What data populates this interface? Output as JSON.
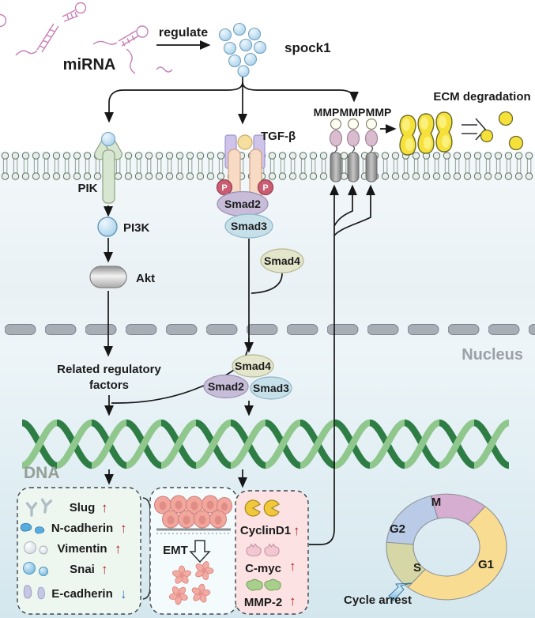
{
  "diagram": {
    "top": {
      "mirna": "miRNA",
      "regulate": "regulate",
      "spock1": "spock1"
    },
    "left_pathway": {
      "pik": "PIK",
      "pi3k": "PI3K",
      "akt": "Akt"
    },
    "tgfb_pathway": {
      "receptor": "TGF-β",
      "p_left": "P",
      "p_right": "P",
      "smad2": "Smad2",
      "smad3": "Smad3",
      "smad4": "Smad4"
    },
    "mmp_pathway": {
      "labels": [
        "MMP",
        "MMP",
        "MMP"
      ],
      "ecm": "ECM degradation"
    },
    "nucleus": {
      "label": "Nucleus",
      "related_line1": "Related regulatory",
      "related_line2": "factors",
      "complex": {
        "smad4": "Smad4",
        "smad2": "Smad2",
        "smad3": "Smad3"
      },
      "dna": "DNA"
    },
    "marker_box": {
      "items": [
        {
          "label": "Slug",
          "arrow": "↑",
          "direction": "up",
          "icon": "antibody"
        },
        {
          "label": "N-cadherin",
          "arrow": "↑",
          "direction": "up",
          "icon": "blue-blob"
        },
        {
          "label": "Vimentin",
          "arrow": "↑",
          "direction": "up",
          "icon": "white-sphere"
        },
        {
          "label": "Snai",
          "arrow": "↑",
          "direction": "up",
          "icon": "blue-sphere"
        },
        {
          "label": "E-cadherin",
          "arrow": "↓",
          "direction": "down",
          "icon": "lavender-blob"
        }
      ]
    },
    "emt_box": {
      "label": "EMT"
    },
    "target_box": {
      "items": [
        {
          "label": "CyclinD1",
          "arrow": "↑",
          "direction": "up",
          "icon": "pacman-yellow"
        },
        {
          "label": "C-myc",
          "arrow": "↑",
          "direction": "up",
          "icon": "gear-pink"
        },
        {
          "label": "MMP-2",
          "arrow": "↑",
          "direction": "up",
          "icon": "blob-green"
        }
      ]
    },
    "cell_cycle": {
      "m": "M",
      "g2": "G2",
      "s": "S",
      "g1": "G1",
      "arrest": "Cycle arrest"
    },
    "colors": {
      "up": "#b02228",
      "down": "#2e74b8",
      "mirna_pink": "#c77fb8",
      "spock_blue": "#a9d2ec",
      "dna_green": "#2e7d45",
      "ecm_yellow": "#f6e13b",
      "nucleus_gray": "#9aa1a8"
    }
  }
}
